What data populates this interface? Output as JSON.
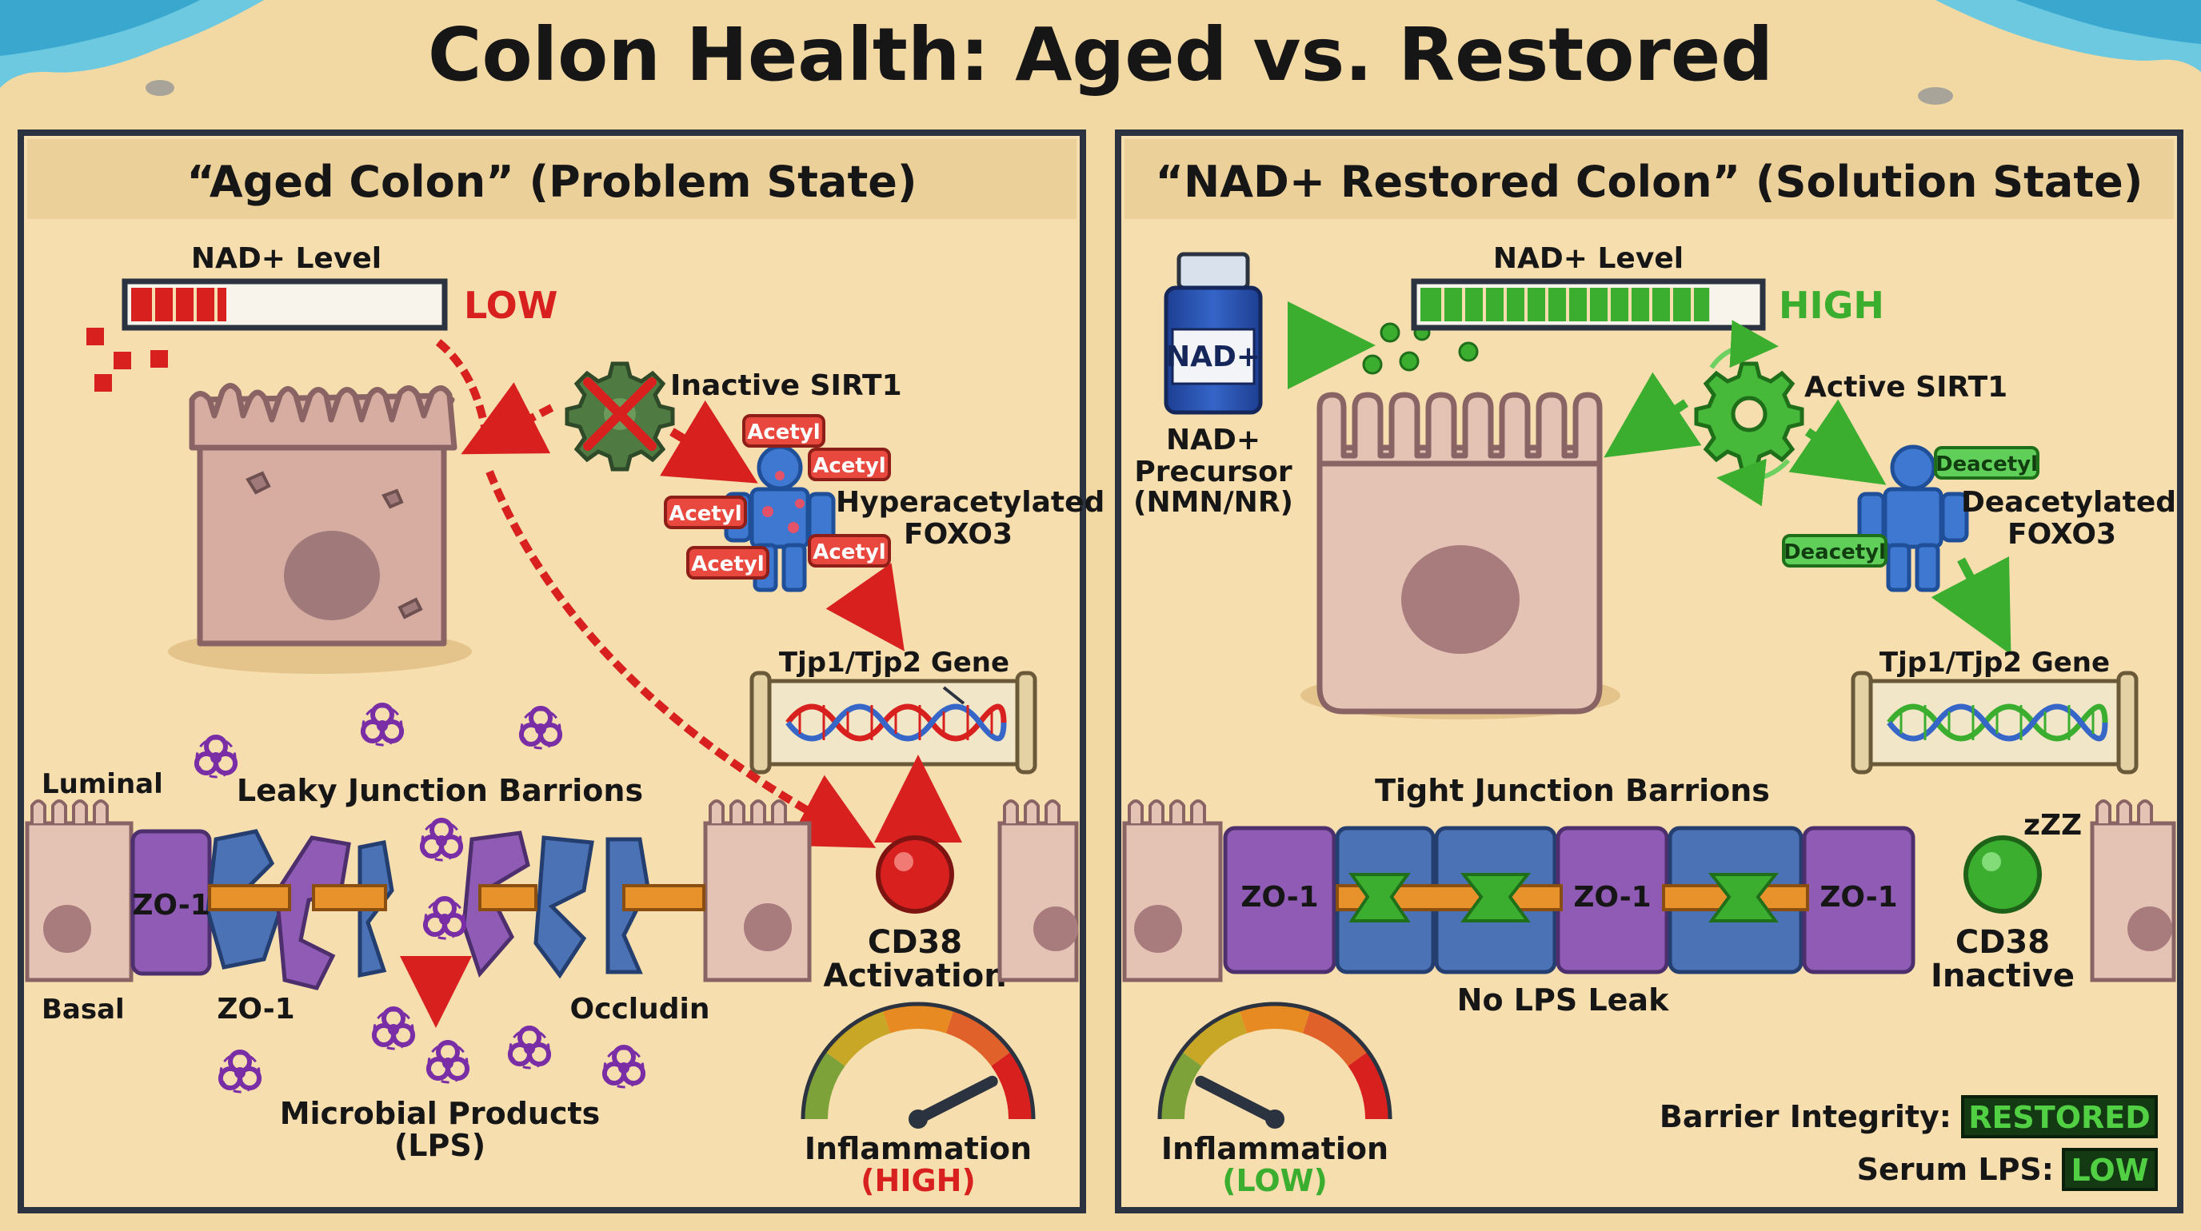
{
  "title": "Colon Health: Aged vs. Restored",
  "left": {
    "heading": "“Aged Colon” (Problem State)",
    "nad_label": "NAD+ Level",
    "nad_status": "LOW",
    "nad_fraction": 0.31,
    "sirt1_label": "Inactive SIRT1",
    "acetyl_tag": "Acetyl",
    "foxo3_line1": "Hyperacetylated",
    "foxo3_line2": "FOXO3",
    "gene_label": "Tjp1/Tjp2 Gene",
    "junction_title": "Leaky Junction Barrions",
    "luminal": "Luminal",
    "basal": "Basal",
    "zo1_inline": "ZO-1",
    "zo1_below": "ZO-1",
    "occludin": "Occludin",
    "lps_line1": "Microbial Products",
    "lps_line2": "(LPS)",
    "cd38_line1": "CD38",
    "cd38_line2": "Activation",
    "inflammation_label": "Inflammation",
    "inflammation_status": "(HIGH)",
    "gauge_level": 0.85
  },
  "right": {
    "heading": "“NAD+ Restored Colon” (Solution State)",
    "bottle_label": "NAD+",
    "precursor_line1": "NAD+",
    "precursor_line2": "Precursor",
    "precursor_line3": "(NMN/NR)",
    "nad_label": "NAD+ Level",
    "nad_status": "HIGH",
    "nad_fraction": 0.86,
    "sirt1_label": "Active SIRT1",
    "deacetyl_tag": "Deacetyl",
    "foxo3_line1": "Deacetylated",
    "foxo3_line2": "FOXO3",
    "gene_label": "Tjp1/Tjp2 Gene",
    "junction_title": "Tight Junction Barrions",
    "zo1_a": "ZO-1",
    "zo1_b": "ZO-1",
    "zo1_c": "ZO-1",
    "no_leak": "No LPS Leak",
    "cd38_line1": "CD38",
    "cd38_line2": "Inactive",
    "sleep": "zZZ",
    "inflammation_label": "Inflammation",
    "inflammation_status": "(LOW)",
    "gauge_level": 0.15,
    "barrier_label": "Barrier Integrity:",
    "barrier_value": "RESTORED",
    "serum_label": "Serum LPS:",
    "serum_value": "LOW"
  },
  "colors": {
    "sand": "#f2d9a4",
    "panel": "#f6deae",
    "header": "#ecd09a",
    "frame": "#2b3340",
    "red": "#d8211e",
    "green": "#3cae2f",
    "purple": "#8f5bb4",
    "blue": "#4a72b4",
    "orange": "#e8922c",
    "cell": "#d8b2a4"
  }
}
